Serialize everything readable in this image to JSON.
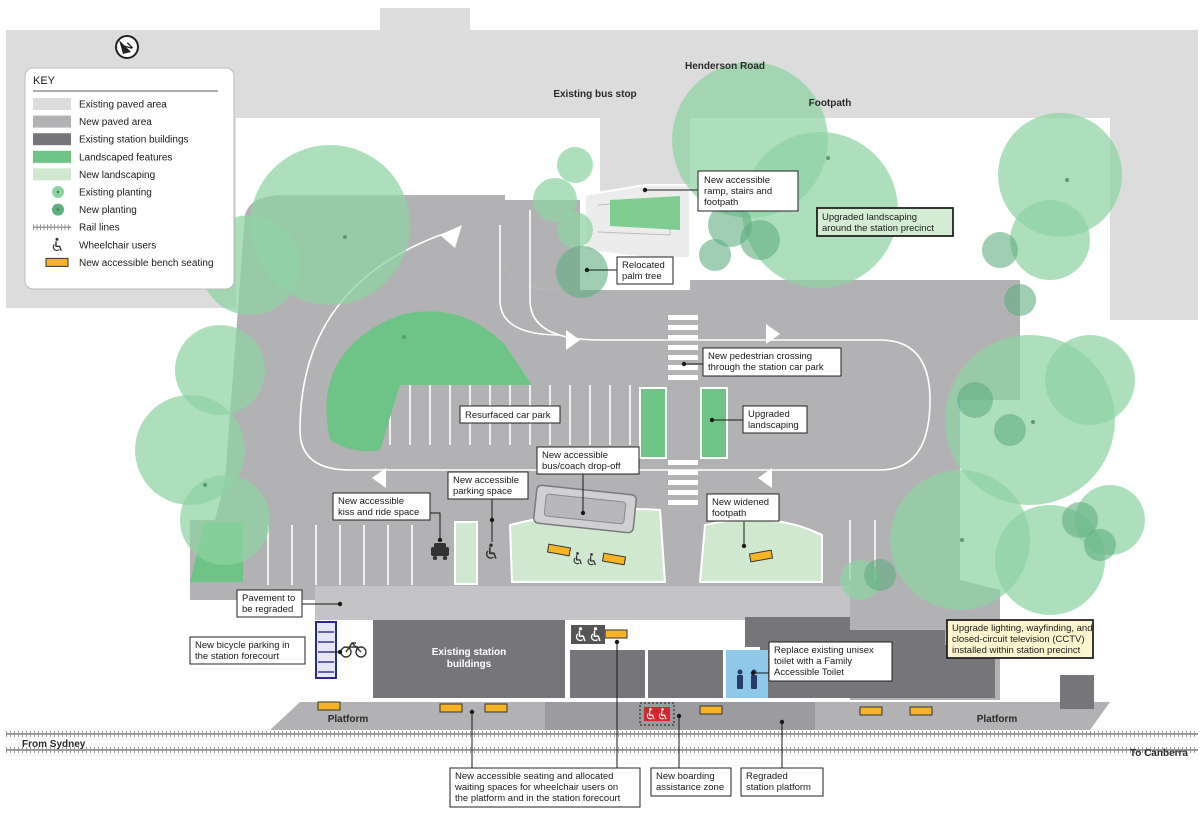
{
  "key": {
    "title": "KEY",
    "items": [
      {
        "label": "Existing paved area",
        "swatch": "#dcdcdc"
      },
      {
        "label": "New paved area",
        "swatch": "#b2b2b4"
      },
      {
        "label": "Existing station buildings",
        "swatch": "#76767a"
      },
      {
        "label": "Landscaped features",
        "swatch": "#6dc486"
      },
      {
        "label": "New landscaping",
        "swatch": "#cfe8cf"
      },
      {
        "label": "Existing planting",
        "swatch": "#8fd3a3"
      },
      {
        "label": "New planting",
        "swatch": "#5fae80"
      },
      {
        "label": "Rail lines",
        "swatch": "#999999"
      },
      {
        "label": "Wheelchair users",
        "swatch": "#333333"
      },
      {
        "label": "New accessible bench seating",
        "swatch": "#f5b325"
      }
    ]
  },
  "roads": {
    "henderson": "Henderson Road",
    "bus_stop": "Existing bus stop",
    "footpath": "Footpath"
  },
  "rail": {
    "from": "From Sydney",
    "to": "To Canberra",
    "platform_left": "Platform",
    "platform_right": "Platform"
  },
  "buildings": {
    "main_line1": "Existing station",
    "main_line2": "buildings"
  },
  "callouts": {
    "ramp": [
      "New accessible",
      "ramp, stairs and",
      "footpath"
    ],
    "upgraded_precinct": [
      "Upgraded landscaping",
      "around the station precinct"
    ],
    "palm": [
      "Relocated",
      "palm tree"
    ],
    "crossing": [
      "New pedestrian crossing",
      "through the station car park"
    ],
    "car_park": [
      "Resurfaced car park"
    ],
    "upgraded_landscaping": [
      "Upgraded",
      "landscaping"
    ],
    "bus_dropoff": [
      "New accessible",
      "bus/coach drop-off"
    ],
    "parking_space": [
      "New accessible",
      "parking space"
    ],
    "kiss_ride": [
      "New accessible",
      "kiss and ride space"
    ],
    "widened_footpath": [
      "New widened",
      "footpath"
    ],
    "pavement": [
      "Pavement to",
      "be regraded"
    ],
    "bicycle": [
      "New bicycle parking in",
      "the station forecourt"
    ],
    "lighting": [
      "Upgrade lighting, wayfinding, and",
      "closed-circuit television (CCTV)",
      "installed within station precinct"
    ],
    "toilet": [
      "Replace existing unisex",
      "toilet with a Family",
      "Accessible Toilet"
    ],
    "seating": [
      "New accessible seating and allocated",
      "waiting spaces for wheelchair users on",
      "the platform and in the station forecourt"
    ],
    "boarding": [
      "New boarding",
      "assistance zone"
    ],
    "regraded_platform": [
      "Regraded",
      "station platform"
    ]
  },
  "compass": {
    "letter": "N",
    "icon": "north-arrow-icon"
  },
  "colors": {
    "existing_paved": "#dcdcdc",
    "new_paved": "#b2b2b4",
    "buildings": "#76767a",
    "landscaped": "#6dc486",
    "new_landscaping": "#cfe8cf",
    "bench": "#f5b325",
    "toilet": "#8ec9ea",
    "bicycle": "#2a2a8c",
    "boarding": "#d9242b"
  }
}
